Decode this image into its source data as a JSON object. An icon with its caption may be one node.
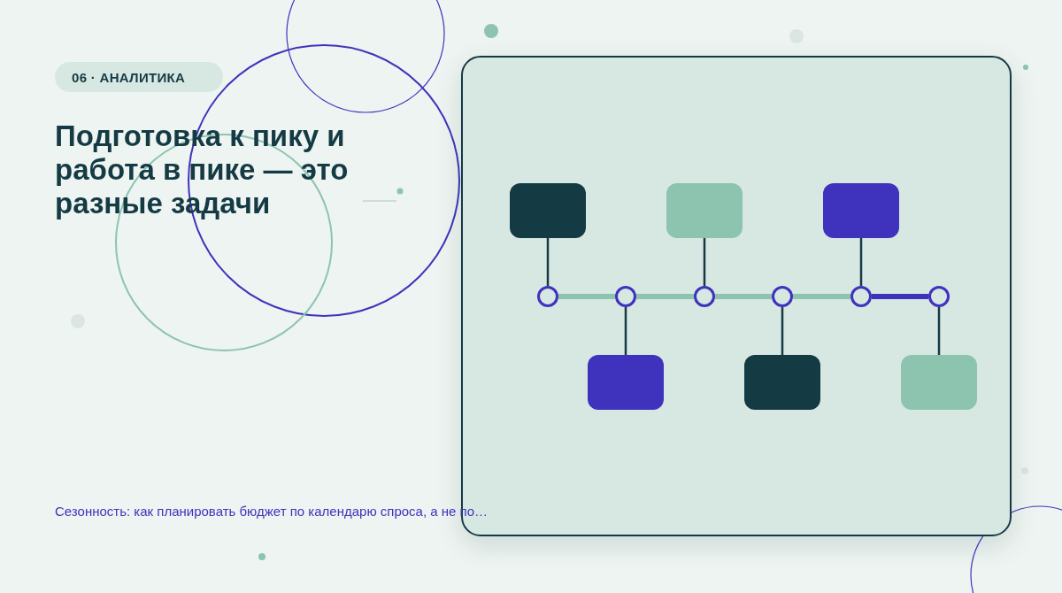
{
  "diagram": {
    "title": "Подготовка к пику и работа в пике — это разные задачи",
    "caption": "Сезонность: как планировать бюджет по календарю спроса, а не по…",
    "nodes": [
      {
        "text": [
          "06 · АНАЛИТИКА"
        ]
      },
      {
        "text": [],
        "shape": "box"
      },
      {
        "text": [],
        "shape": "box"
      },
      {
        "text": [],
        "shape": "box"
      },
      {
        "text": [],
        "shape": "circle"
      },
      {
        "text": [],
        "shape": "circle"
      },
      {
        "text": [],
        "shape": "circle"
      },
      {
        "text": [],
        "shape": "circle"
      },
      {
        "text": [],
        "shape": "circle"
      },
      {
        "text": [],
        "shape": "circle"
      },
      {
        "text": [],
        "shape": "box"
      },
      {
        "text": [],
        "shape": "box"
      },
      {
        "text": [],
        "shape": "box"
      }
    ],
    "edges": [
      {
        "from": 1,
        "to": 4,
        "arrow": "none"
      },
      {
        "from": 2,
        "to": 6,
        "arrow": "none"
      },
      {
        "from": 3,
        "to": 8,
        "arrow": "none"
      },
      {
        "from": 5,
        "to": 10,
        "arrow": "none"
      },
      {
        "from": 7,
        "to": 11,
        "arrow": "none"
      },
      {
        "from": 9,
        "to": 12,
        "arrow": "none"
      },
      {
        "from": 4,
        "to": 5,
        "arrow": "none",
        "style": "thick",
        "color": "#8cc4b0"
      },
      {
        "from": 5,
        "to": 6,
        "arrow": "none",
        "style": "thick",
        "color": "#8cc4b0"
      },
      {
        "from": 6,
        "to": 7,
        "arrow": "none",
        "style": "thick",
        "color": "#8cc4b0"
      },
      {
        "from": 7,
        "to": 8,
        "arrow": "none",
        "style": "thick",
        "color": "#8cc4b0"
      },
      {
        "from": 8,
        "to": 9,
        "arrow": "none",
        "style": "thick",
        "color": "#3f33bd"
      }
    ]
  }
}
